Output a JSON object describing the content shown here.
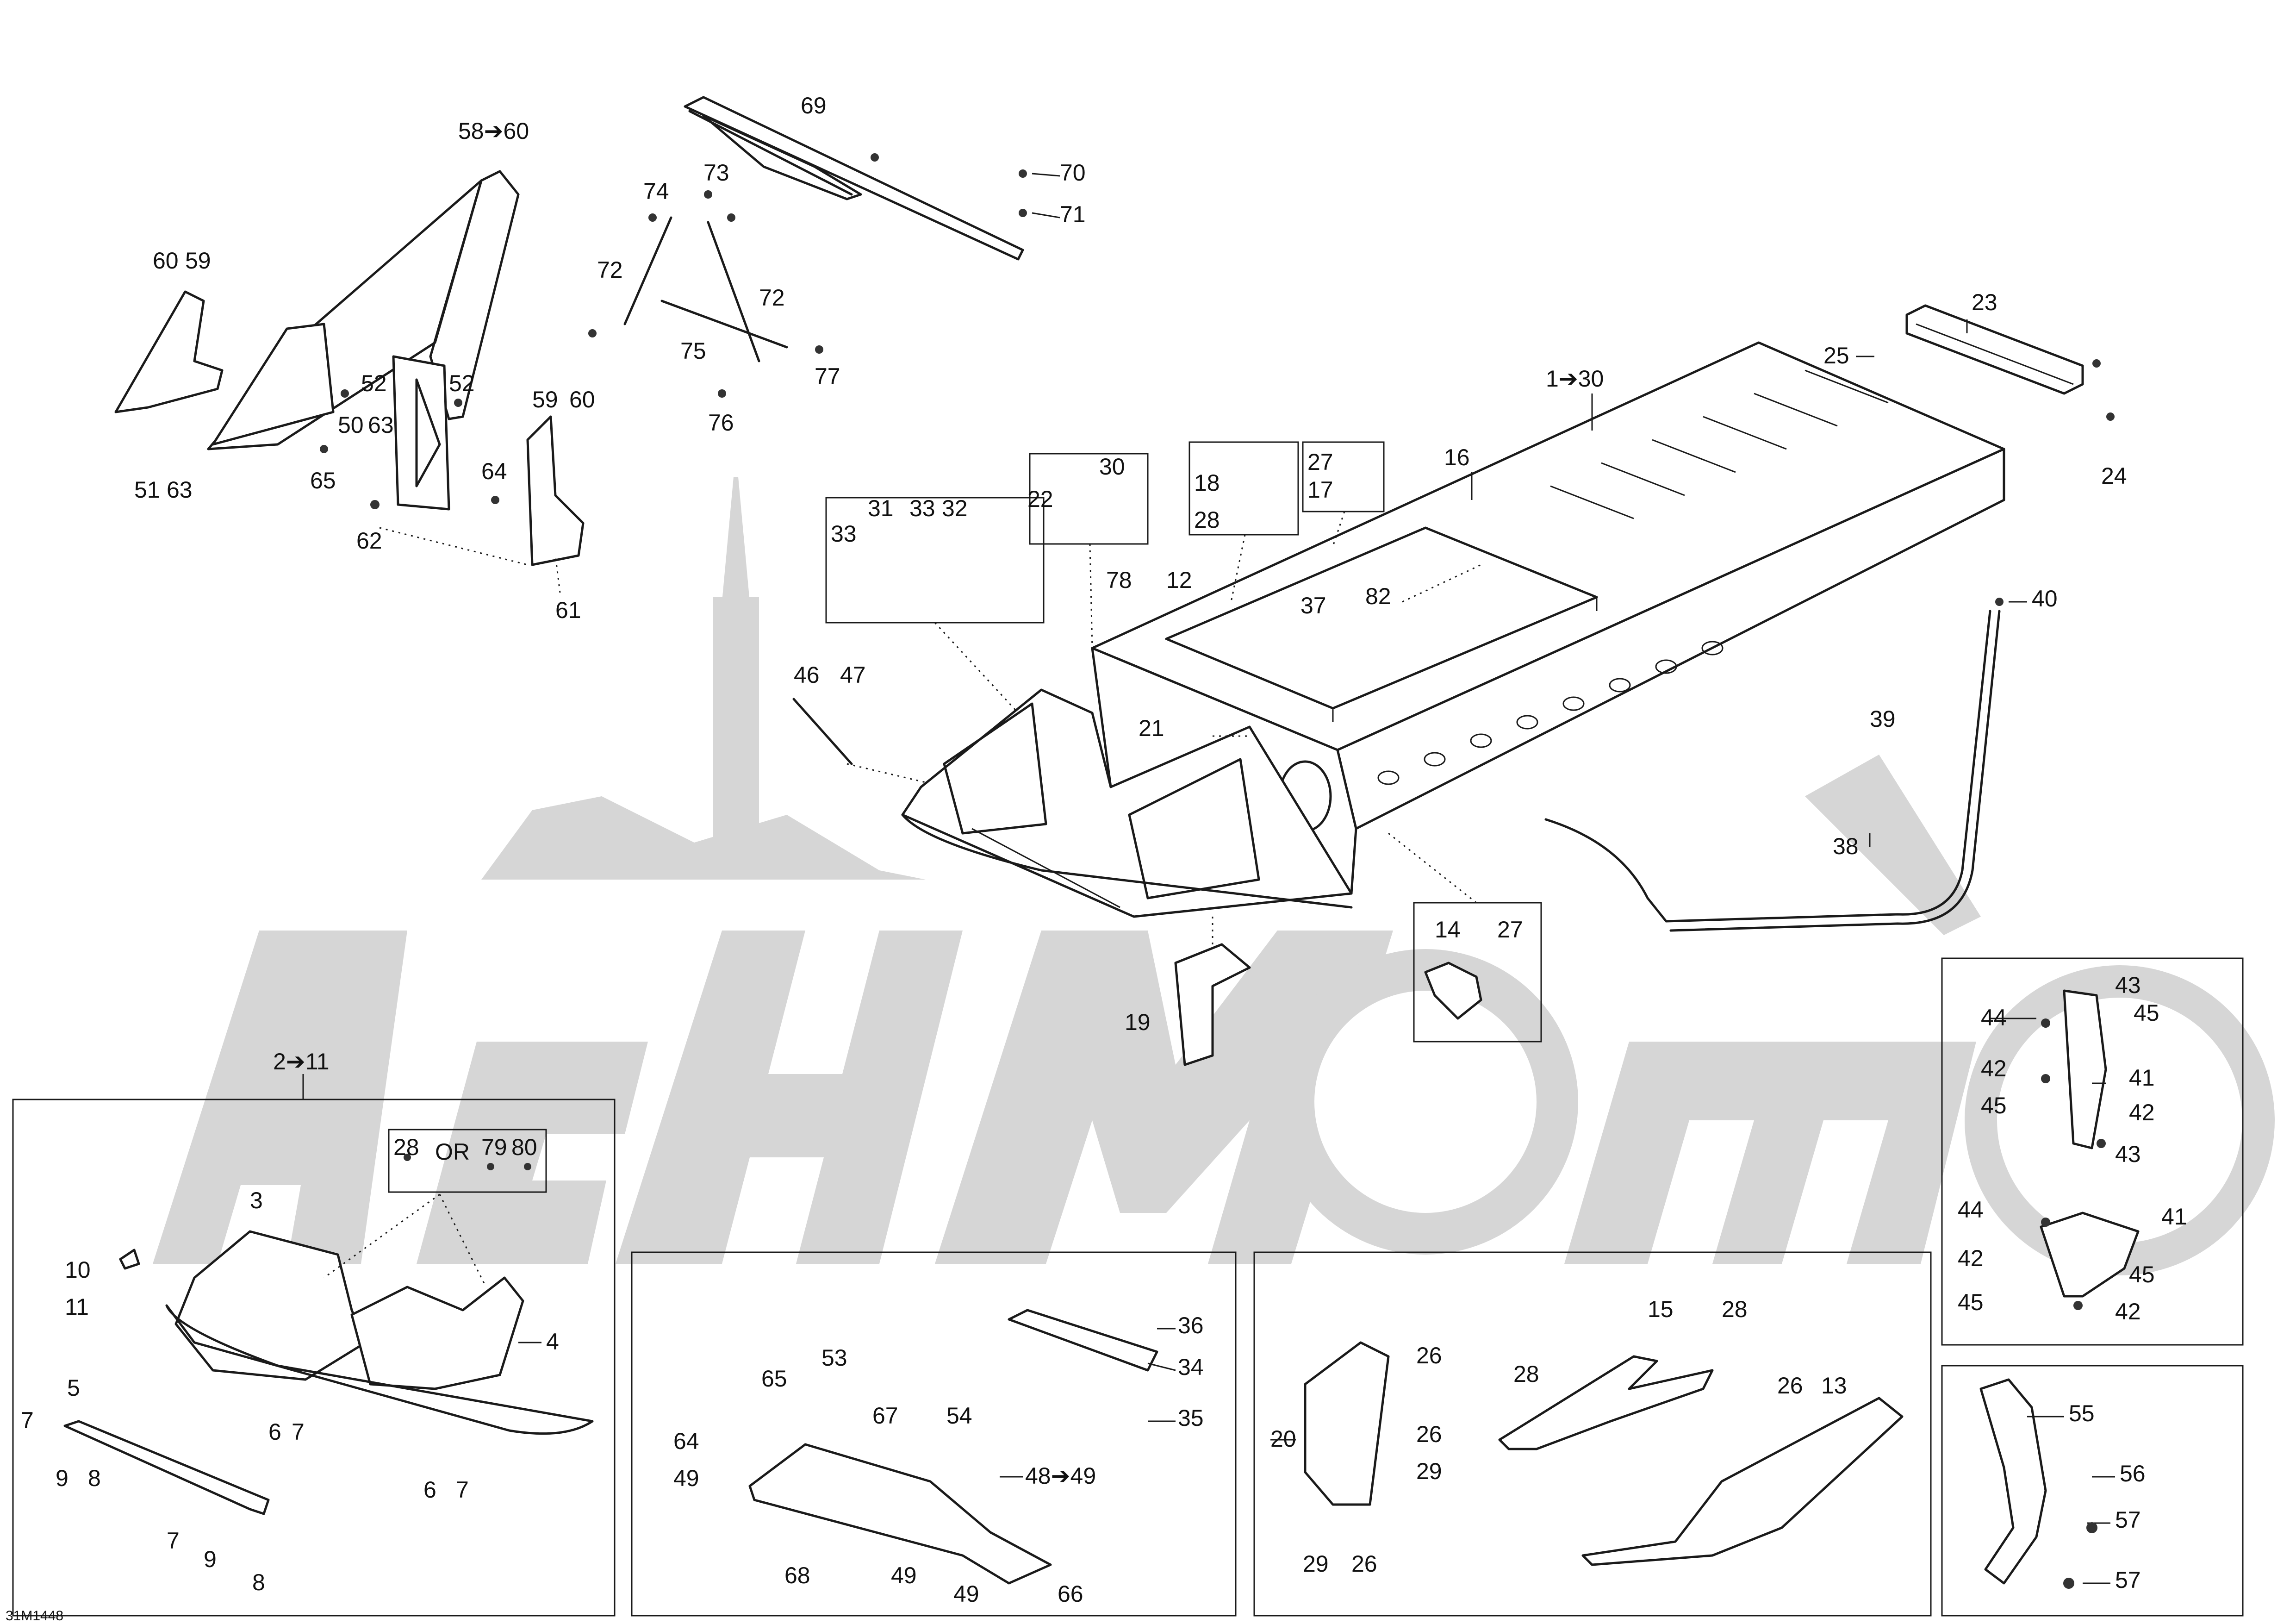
{
  "diagram_code": "31M1448",
  "panels": {
    "frame_panel_label": "2➔11",
    "or_group": {
      "left": "28",
      "or": "OR",
      "right_a": "79",
      "right_b": "80"
    }
  },
  "callouts": {
    "c1": "1➔30",
    "c2": "2➔11",
    "c3": "3",
    "c4": "4",
    "c5": "5",
    "c6a": "6",
    "c6b": "6",
    "c7a": "7",
    "c7b": "7",
    "c7c": "7",
    "c7d": "7",
    "c8a": "8",
    "c8b": "8",
    "c9a": "9",
    "c9b": "9",
    "c10": "10",
    "c11": "11",
    "c12": "12",
    "c13": "13",
    "c14": "14",
    "c15": "15",
    "c16": "16",
    "c17": "17",
    "c18": "18",
    "c19": "19",
    "c20": "20",
    "c21": "21",
    "c22": "22",
    "c23": "23",
    "c24": "24",
    "c25": "25",
    "c26a": "26",
    "c26b": "26",
    "c26c": "26",
    "c26d": "26",
    "c27a": "27",
    "c27b": "27",
    "c28a": "28",
    "c28b": "28",
    "c28c": "28",
    "c28d": "28",
    "c29a": "29",
    "c29b": "29",
    "c30": "30",
    "c31": "31",
    "c32": "32",
    "c33a": "33",
    "c33b": "33",
    "c34": "34",
    "c35": "35",
    "c36": "36",
    "c37": "37",
    "c38": "38",
    "c39": "39",
    "c40": "40",
    "c41a": "41",
    "c41b": "41",
    "c42a": "42",
    "c42b": "42",
    "c42c": "42",
    "c42d": "42",
    "c43a": "43",
    "c43b": "43",
    "c44a": "44",
    "c44b": "44",
    "c45a": "45",
    "c45b": "45",
    "c45c": "45",
    "c45d": "45",
    "c46": "46",
    "c47": "47",
    "c48": "48➔49",
    "c49a": "49",
    "c49b": "49",
    "c49c": "49",
    "c50": "50",
    "c51": "51",
    "c52a": "52",
    "c52b": "52",
    "c53": "53",
    "c54": "54",
    "c55": "55",
    "c56": "56",
    "c57a": "57",
    "c57b": "57",
    "c58": "58➔60",
    "c59a": "59",
    "c59b": "59",
    "c60a": "60",
    "c60b": "60",
    "c61": "61",
    "c62": "62",
    "c63a": "63",
    "c63b": "63",
    "c64a": "64",
    "c64b": "64",
    "c65a": "65",
    "c65b": "65",
    "c66": "66",
    "c67": "67",
    "c68": "68",
    "c69": "69",
    "c70": "70",
    "c71": "71",
    "c72a": "72",
    "c72b": "72",
    "c73": "73",
    "c74": "74",
    "c75": "75",
    "c76": "76",
    "c77": "77",
    "c78": "78",
    "c82": "82"
  },
  "watermark": {
    "text": "AehMoto",
    "color": "#d6d6d6"
  }
}
